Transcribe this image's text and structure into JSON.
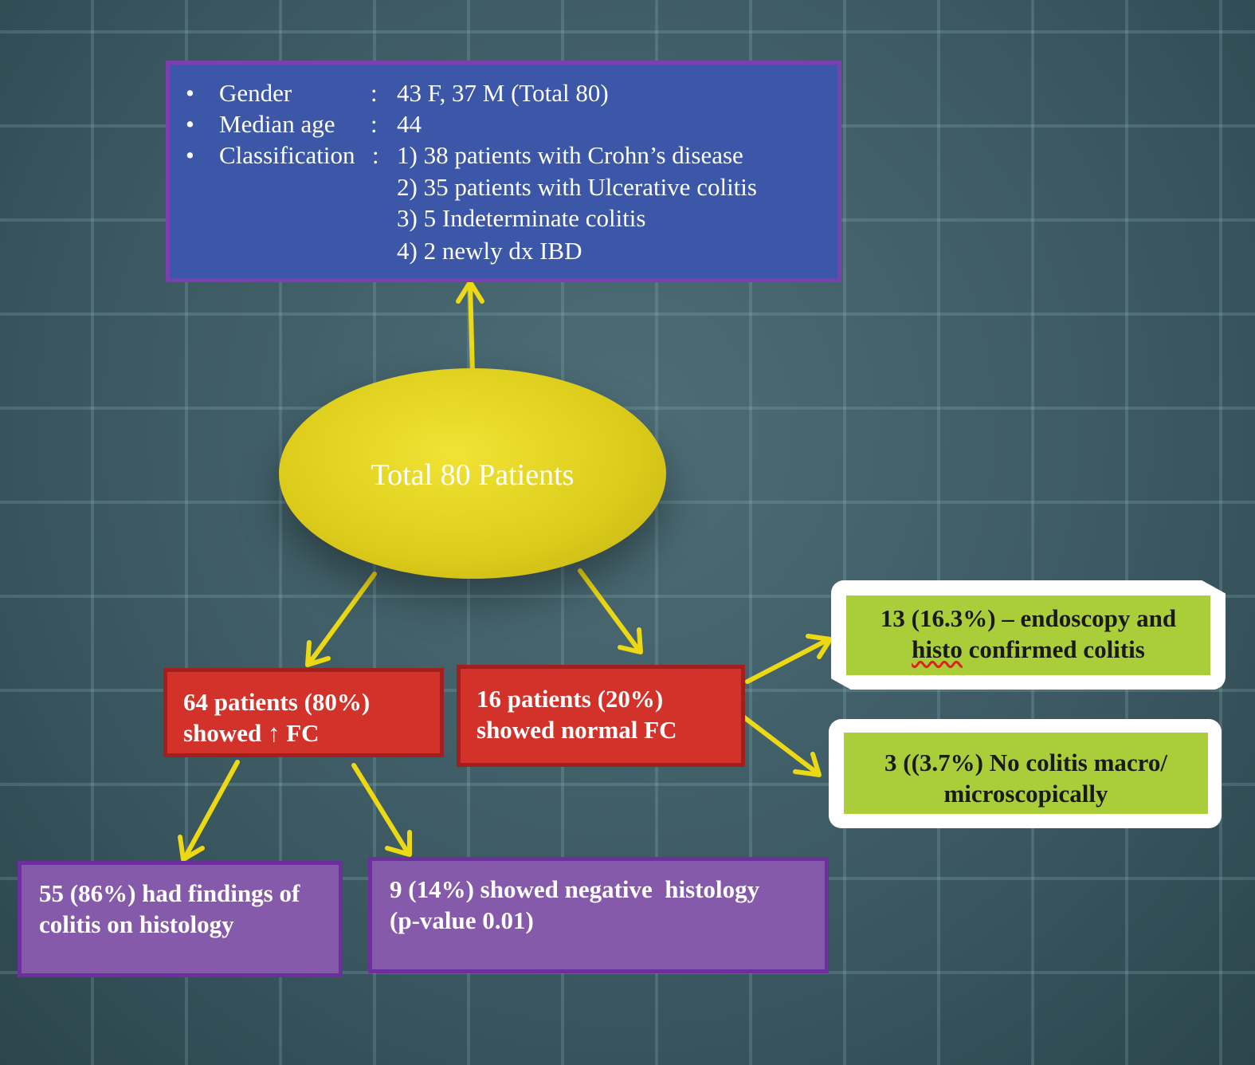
{
  "demographics": {
    "gender_label": "Gender",
    "gender_value": "43 F, 37 M (Total 80)",
    "age_label": "Median age",
    "age_value": "44",
    "classification_label": "Classification",
    "bullet": "•",
    "colon": ":",
    "classification_items": [
      "1) 38 patients with Crohn’s disease",
      "2) 35 patients with Ulcerative colitis",
      "3) 5 Indeterminate colitis",
      "4) 2 newly dx IBD"
    ]
  },
  "total": "Total 80 Patients",
  "fc_high": {
    "line1": "64 patients (80%)",
    "line2_pre": "showed",
    "arrow": "↑",
    "line2_post": "FC"
  },
  "fc_normal": {
    "line1": "16 patients (20%)",
    "line2": "showed normal FC"
  },
  "confirmed": {
    "line1": "13 (16.3%) – endoscopy and",
    "word_histo": "histo",
    "line2_rest": " confirmed colitis"
  },
  "nocolitis": {
    "line1": "3 ((3.7%) No colitis macro/",
    "line2": "microscopically"
  },
  "histology_pos": {
    "line1": "55 (86%) had findings of",
    "line2": "colitis on histology"
  },
  "histology_neg": {
    "line1": "9 (14%) showed negative  histology",
    "line2": "(p-value 0.01)"
  },
  "colors": {
    "arrow": "#ecd914",
    "demographics_bg": "#3c57a7",
    "red_bg": "#d3322a",
    "green_bg": "#aace3a",
    "purple_bg": "#855aaa"
  }
}
